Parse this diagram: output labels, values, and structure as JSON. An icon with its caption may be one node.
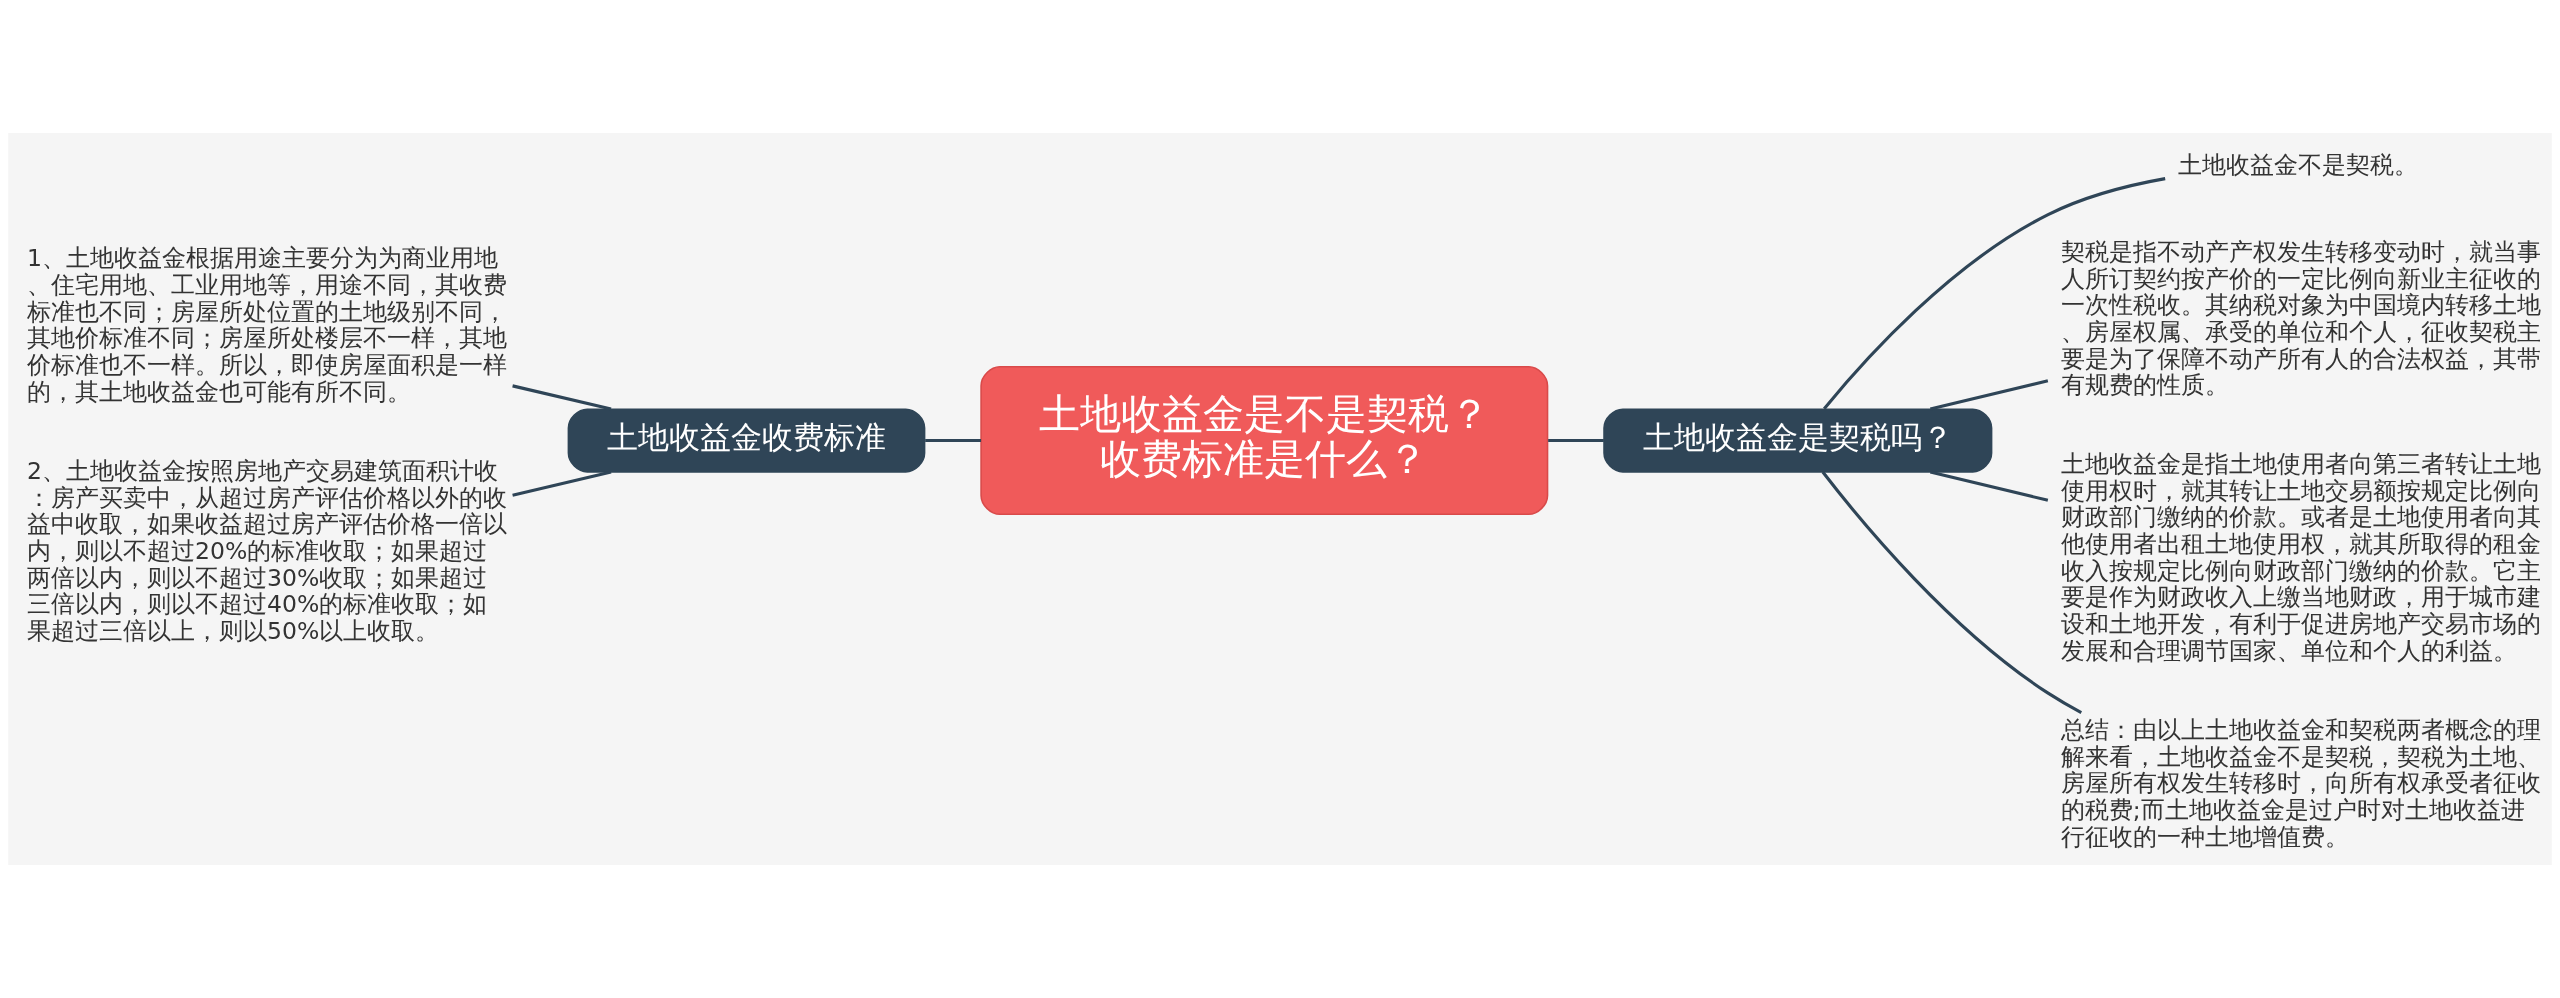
{
  "diagram": {
    "nodes": [
      {
        "text": [
          "土地收益金是不是契税？收费标准是什么？"
        ]
      },
      {
        "text": [
          "土地收益金收费标准"
        ]
      },
      {
        "text": [
          "1、土地收益金根据用途主要分为为商业用地、住宅用地、工业用地等，用途不同，其收费标准也不同；房屋所处位置的土地级别不同，其地价标准不同；房屋所处楼层不一样，其地价标准也不一样。所以，即使房屋面积是一样的，其土地收益金也可能有所不同。"
        ]
      },
      {
        "text": [
          "2、土地收益金按照房地产交易建筑面积计收：房产买卖中，从超过房产评估价格以外的收益中收取，如果收益超过房产评估价格一倍以内，则以不超过20%的标准收取；如果超过两倍以内，则以不超过30%收取；如果超过三倍以内，则以不超过40%的标准收取；如果超过三倍以上，则以50%以上收取。"
        ]
      },
      {
        "text": [
          "土地收益金是契税吗？"
        ]
      },
      {
        "text": [
          "土地收益金不是契税。"
        ]
      },
      {
        "text": [
          "契税是指不动产产权发生转移变动时，就当事人所订契约按产价的一定比例向新业主征收的一次性税收。其纳税对象为中国境内转移土地、房屋权属、承受的单位和个人，征收契税主要是为了保障不动产所有人的合法权益，其带有规费的性质。"
        ]
      },
      {
        "text": [
          "土地收益金是指土地使用者向第三者转让土地使用权时，就其转让土地交易额按规定比例向财政部门缴纳的价款。或者是土地使用者向其他使用者出租土地使用权，就其所取得的租金收入按规定比例向财政部门缴纳的价款。它主要是作为财政收入上缴当地财政，用于城市建设和土地开发，有利于促进房地产交易市场的发展和合理调节国家、单位和个人的利益。"
        ]
      },
      {
        "text": [
          "总结：由以上土地收益金和契税两者概念的理解来看，土地收益金不是契税，契税为土地、房屋所有权发生转移时，向所有权承受者征收的税费;而土地收益金是过户时对土地收益进行征收的一种土地增值费。"
        ]
      }
    ],
    "edges": [
      {
        "from": 0,
        "to": 1,
        "arrow": "none"
      },
      {
        "from": 1,
        "to": 2,
        "arrow": "none"
      },
      {
        "from": 1,
        "to": 3,
        "arrow": "none"
      },
      {
        "from": 0,
        "to": 4,
        "arrow": "none"
      },
      {
        "from": 4,
        "to": 5,
        "arrow": "none"
      },
      {
        "from": 4,
        "to": 6,
        "arrow": "none"
      },
      {
        "from": 4,
        "to": 7,
        "arrow": "none"
      },
      {
        "from": 4,
        "to": 8,
        "arrow": "none"
      }
    ]
  }
}
